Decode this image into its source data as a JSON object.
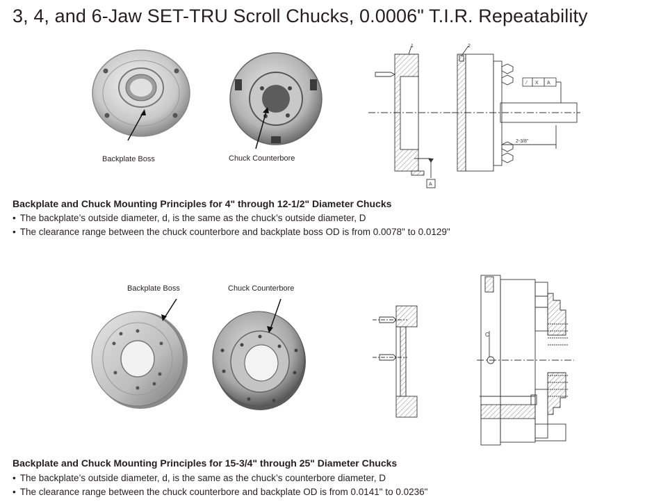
{
  "title": "3, 4, and 6-Jaw SET-TRU Scroll Chucks, 0.0006\" T.I.R. Repeatability",
  "section1": {
    "captions": {
      "backplate_boss": "Backplate Boss",
      "chuck_counterbore": "Chuck Counterbore"
    },
    "drawing_labels": {
      "callout1": "1",
      "callout2": "2",
      "datum": "A",
      "dimension": "2-3/8\"",
      "tolerance_1": "X",
      "tolerance_2": "A"
    },
    "heading": "Backplate and Chuck Mounting Principles for 4\" through 12-1/2\" Diameter Chucks",
    "bullets": [
      "The backplate’s outside diameter, d, is the same as the chuck’s outside diameter, D",
      "The clearance range between the chuck counterbore and backplate boss OD is from 0.0078\" to 0.0129\""
    ]
  },
  "section2": {
    "captions": {
      "backplate_boss": "Backplate Boss",
      "chuck_counterbore": "Chuck Counterbore"
    },
    "drawing_labels": {
      "c_label": "C"
    },
    "heading": "Backplate and Chuck Mounting Principles for 15-3/4\" through 25\" Diameter Chucks",
    "bullets": [
      "The backplate’s outside diameter, d, is the same as the chuck’s counterbore diameter, D",
      "The clearance range between the chuck counterbore and backplate OD is from 0.0141\" to 0.0236\""
    ]
  }
}
